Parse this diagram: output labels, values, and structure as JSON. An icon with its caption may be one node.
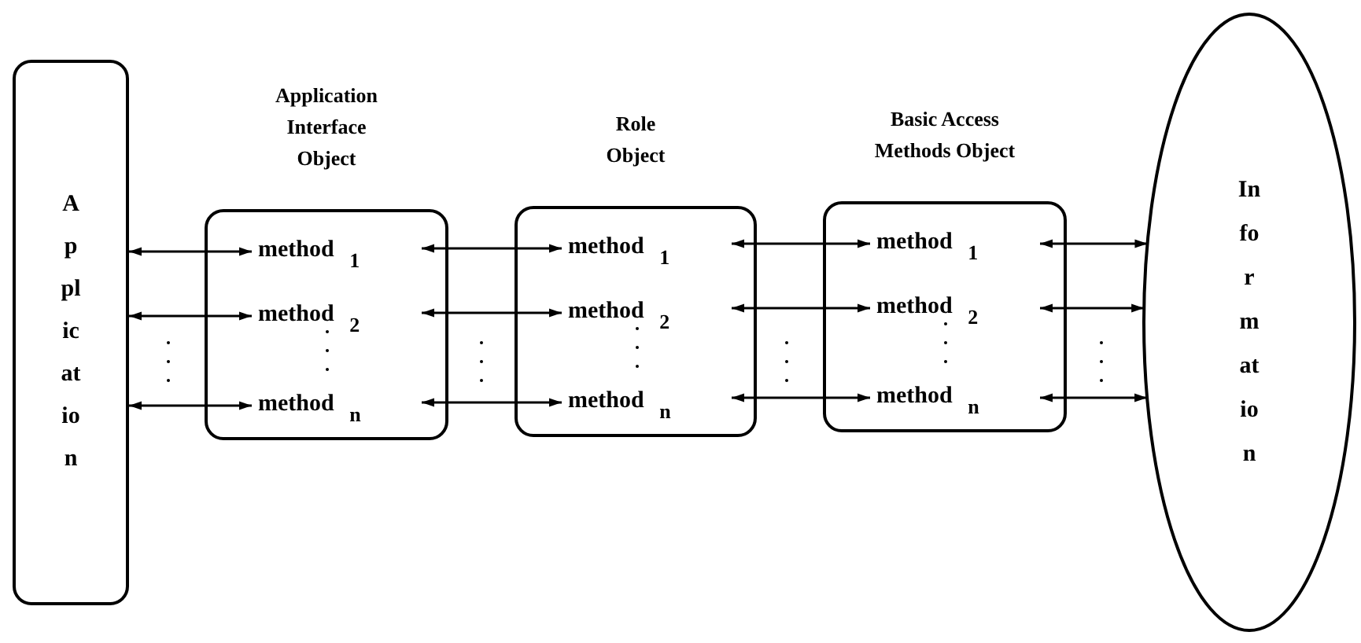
{
  "diagram": {
    "nodes": [
      {
        "text": [
          "Application"
        ]
      },
      {
        "text": [
          "Application Interface Object"
        ]
      },
      {
        "text": [
          "method $_{1}$"
        ],
        "in": 1
      },
      {
        "text": [
          "method $_{2}$"
        ],
        "in": 1
      },
      {
        "text": [
          "method $_{n}$"
        ],
        "in": 1
      },
      {
        "text": [
          "Role Object"
        ]
      },
      {
        "text": [
          "method $_{1}$"
        ],
        "in": 5
      },
      {
        "text": [
          "method $_{2}$"
        ],
        "in": 5
      },
      {
        "text": [
          "method $_{n}$"
        ],
        "in": 5
      },
      {
        "text": [
          "Basic Access Methods Object"
        ]
      },
      {
        "text": [
          "method $_{1}$"
        ],
        "in": 9
      },
      {
        "text": [
          "method $_{2}$"
        ],
        "in": 9
      },
      {
        "text": [
          "method $_{n}$"
        ],
        "in": 9
      },
      {
        "text": [
          "Information"
        ]
      }
    ],
    "edges": [
      {
        "from": 0,
        "to": 2,
        "arrow": "both"
      },
      {
        "from": 0,
        "to": 3,
        "arrow": "both"
      },
      {
        "from": 0,
        "to": 4,
        "arrow": "both"
      },
      {
        "from": 2,
        "to": 6,
        "arrow": "both"
      },
      {
        "from": 3,
        "to": 7,
        "arrow": "both"
      },
      {
        "from": 4,
        "to": 8,
        "arrow": "both"
      },
      {
        "from": 6,
        "to": 10,
        "arrow": "both"
      },
      {
        "from": 7,
        "to": 11,
        "arrow": "both"
      },
      {
        "from": 8,
        "to": 12,
        "arrow": "both"
      },
      {
        "from": 10,
        "to": 13,
        "arrow": "both"
      },
      {
        "from": 11,
        "to": 13,
        "arrow": "both"
      },
      {
        "from": 12,
        "to": 13,
        "arrow": "both"
      }
    ]
  }
}
